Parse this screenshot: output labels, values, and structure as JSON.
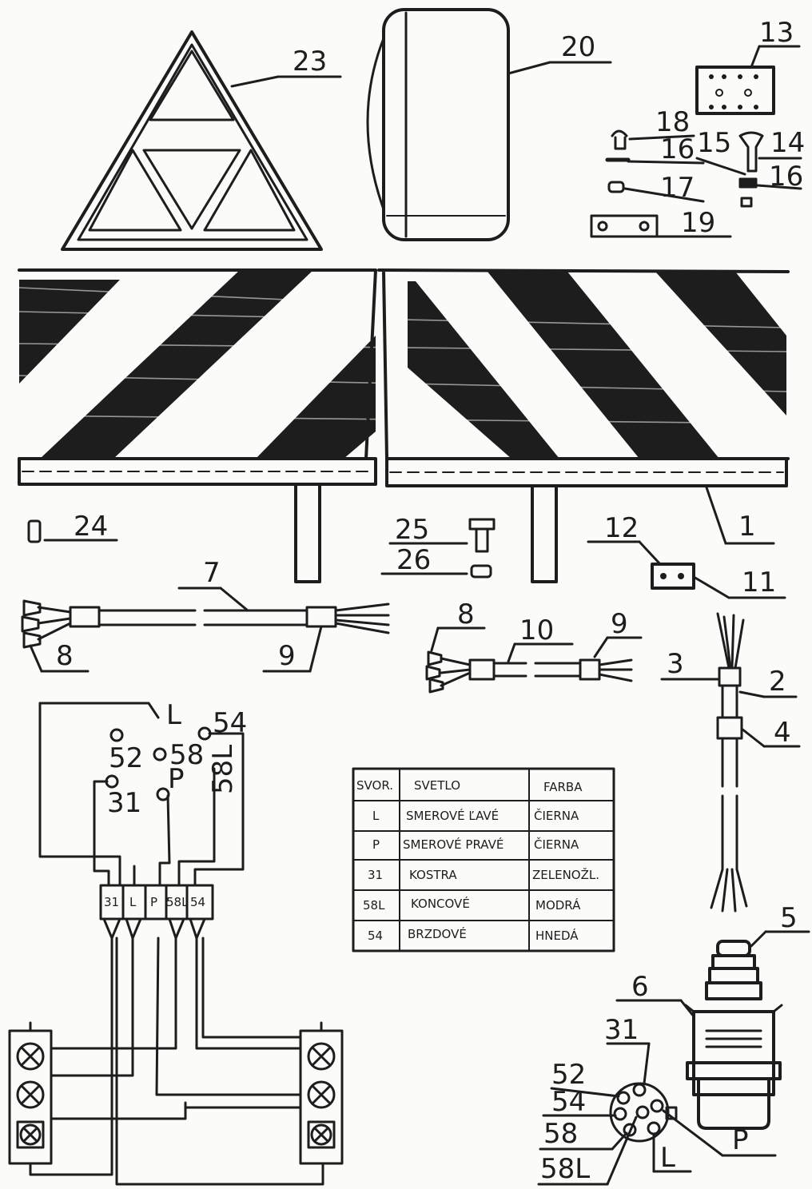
{
  "callouts": {
    "c23": "23",
    "c20": "20",
    "c13": "13",
    "c18": "18",
    "c16a": "16",
    "c15": "15",
    "c14": "14",
    "c16b": "16",
    "c17": "17",
    "c19": "19",
    "c24": "24",
    "c25": "25",
    "c26": "26",
    "c12": "12",
    "c11": "11",
    "c1": "1",
    "c7": "7",
    "c8a": "8",
    "c9a": "9",
    "c8b": "8",
    "c10": "10",
    "c9b": "9",
    "c3": "3",
    "c2": "2",
    "c4": "4",
    "c5": "5",
    "c6": "6"
  },
  "switch_terminals": {
    "L": "L",
    "t52": "52",
    "t58": "58",
    "t54": "54",
    "P": "P",
    "t58L": "58L",
    "t31": "31"
  },
  "strip_terminals": [
    "31",
    "L",
    "P",
    "58L",
    "54"
  ],
  "table": {
    "headers": [
      "SVOR.",
      "SVETLO",
      "FARBA"
    ],
    "rows": [
      [
        "L",
        "SMEROVÉ ĽAVÉ",
        "ČIERNA"
      ],
      [
        "P",
        "SMEROVÉ PRAVÉ",
        "ČIERNA"
      ],
      [
        "31",
        "KOSTRA",
        "ZELENOŽL."
      ],
      [
        "58L",
        "KONCOVÉ",
        "MODRÁ"
      ],
      [
        "54",
        "BRZDOVÉ",
        "HNEDÁ"
      ]
    ]
  },
  "socket_labels": {
    "s31": "31",
    "s52": "52",
    "s54": "54",
    "s58": "58",
    "s58L": "58L",
    "sL": "L",
    "sP": "P"
  },
  "colors": {
    "ink": "#1d1d1d",
    "paper": "#fbfbf9"
  }
}
